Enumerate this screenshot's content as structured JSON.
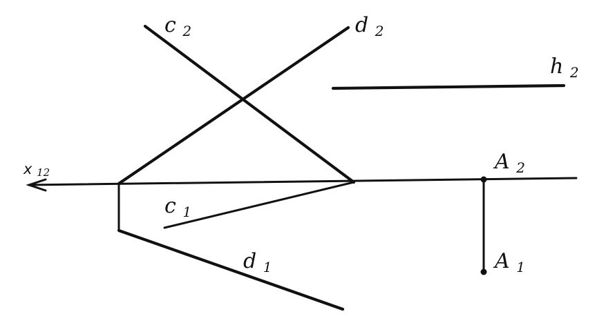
{
  "labels": {
    "axis": "x",
    "axis_sub": "12",
    "c2": "c",
    "c2_sub": "2",
    "d2": "d",
    "d2_sub": "2",
    "h2": "h",
    "h2_sub": "2",
    "A2": "A",
    "A2_sub": "2",
    "c1": "c",
    "c1_sub": "1",
    "d1": "d",
    "d1_sub": "1",
    "A1": "A",
    "A1_sub": "1"
  },
  "colors": {
    "ink": "#111111",
    "paper": "#ffffff"
  }
}
